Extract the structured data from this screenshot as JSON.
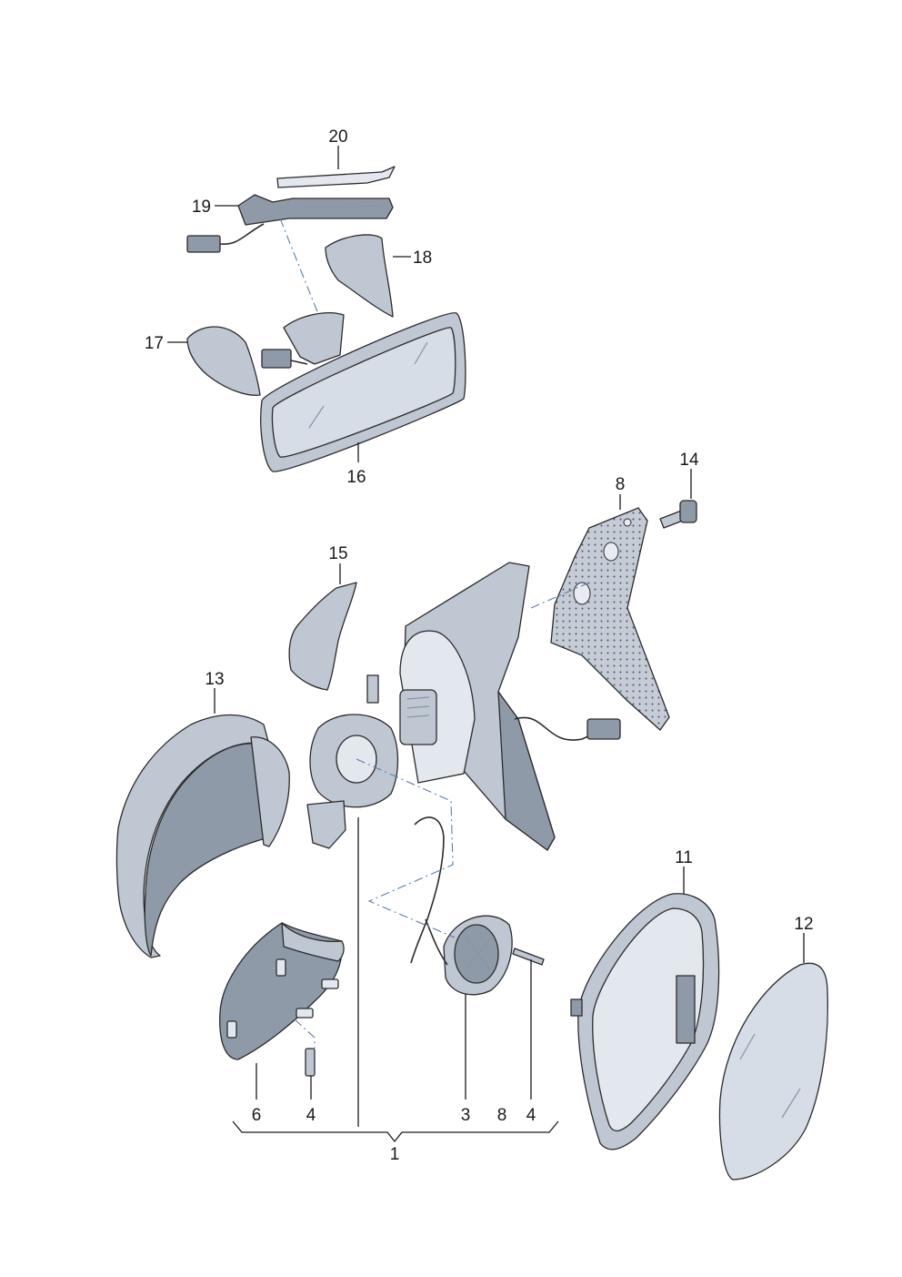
{
  "labels": {
    "n20": "20",
    "n19": "19",
    "n18": "18",
    "n17": "17",
    "n16": "16",
    "n15": "15",
    "n14": "14",
    "n13": "13",
    "n12": "12",
    "n11": "11",
    "n8_top": "8",
    "n6": "6",
    "n4_left": "4",
    "n3": "3",
    "n8_bottom": "8",
    "n4_right": "4",
    "n1": "1"
  }
}
